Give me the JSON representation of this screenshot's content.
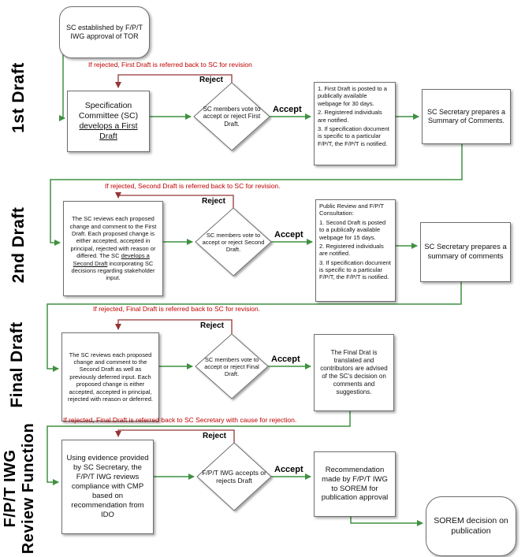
{
  "colors": {
    "flow_arrow": "#3f9140",
    "reject_line": "#943634",
    "note_text": "#c00000"
  },
  "lanes": {
    "lane1": "1st Draft",
    "lane2": "2nd Draft",
    "lane3": "Final Draft",
    "lane4": "F/P/T IWG Review Function"
  },
  "labels": {
    "reject": "Reject",
    "accept": "Accept"
  },
  "notes": {
    "reject1": "If rejected,  First Draft is referred back to SC for revision",
    "reject2": "If rejected,  Second Draft is referred back to SC for revision.",
    "reject3": "If rejected,  Final Draft is referred back to SC for revision.",
    "reject4": "If rejected,  Final Draft is referred back to SC Secretary with cause for rejection."
  },
  "nodes": {
    "start": "SC established by F/P/T IWG approval of TOR",
    "sc_develop_pre": "Specification Committee (SC) ",
    "sc_develop_underline": "develops a First Draft",
    "vote1": "SC members vote to accept or reject First Draft.",
    "post1_lines": [
      "1. First Draft is posted to a publically available webpage for 30 days.",
      "2. Registered individuals are notified.",
      "3. If specification document is specific to a particular F/P/T, the F/P/T is notified."
    ],
    "summary1": "SC Secretary prepares a Summary of Comments.",
    "review2_pre": "The SC reviews each proposed change and comment to the First Draft. Each proposed change is either accepted, accepted in principal, rejected with reason or differed. The SC ",
    "review2_underline": "develops a Second Draft",
    "review2_post": " incorporating SC decisions regarding stakeholder input.",
    "vote2": "SC members vote to accept or reject Second Draft.",
    "post2_title": "Public Review and F/P/T Consultation:",
    "post2_lines": [
      "1. Second Draft is posted to a publically available webpage for 15 days.",
      "2. Registered individuals are notified.",
      "3. If specification document is specific to a particular F/P/T, the F/P/T is notified."
    ],
    "summary2": "SC Secretary prepares a summary of comments",
    "review3": "The SC reviews each proposed change and comment to the Second Draft as well as previously deferred input.  Each proposed change is either accepted, accepted in principal, rejected with reason or deferred.",
    "vote3": "SC members vote to accept or reject Final Draft.",
    "final3": "The Final Drat is translated and contributors are advised of the SC's decision on comments and suggestions.",
    "review4": "Using evidence provided by SC Secretary, the F/P/T IWG reviews compliance with CMP based on recommendation from IDO",
    "vote4": "F/P/T IWG accepts or rejects Draft",
    "rec4": "Recommendation made by F/P/T IWG to SOREM for publication approval",
    "sorem": "SOREM decision on publication"
  }
}
